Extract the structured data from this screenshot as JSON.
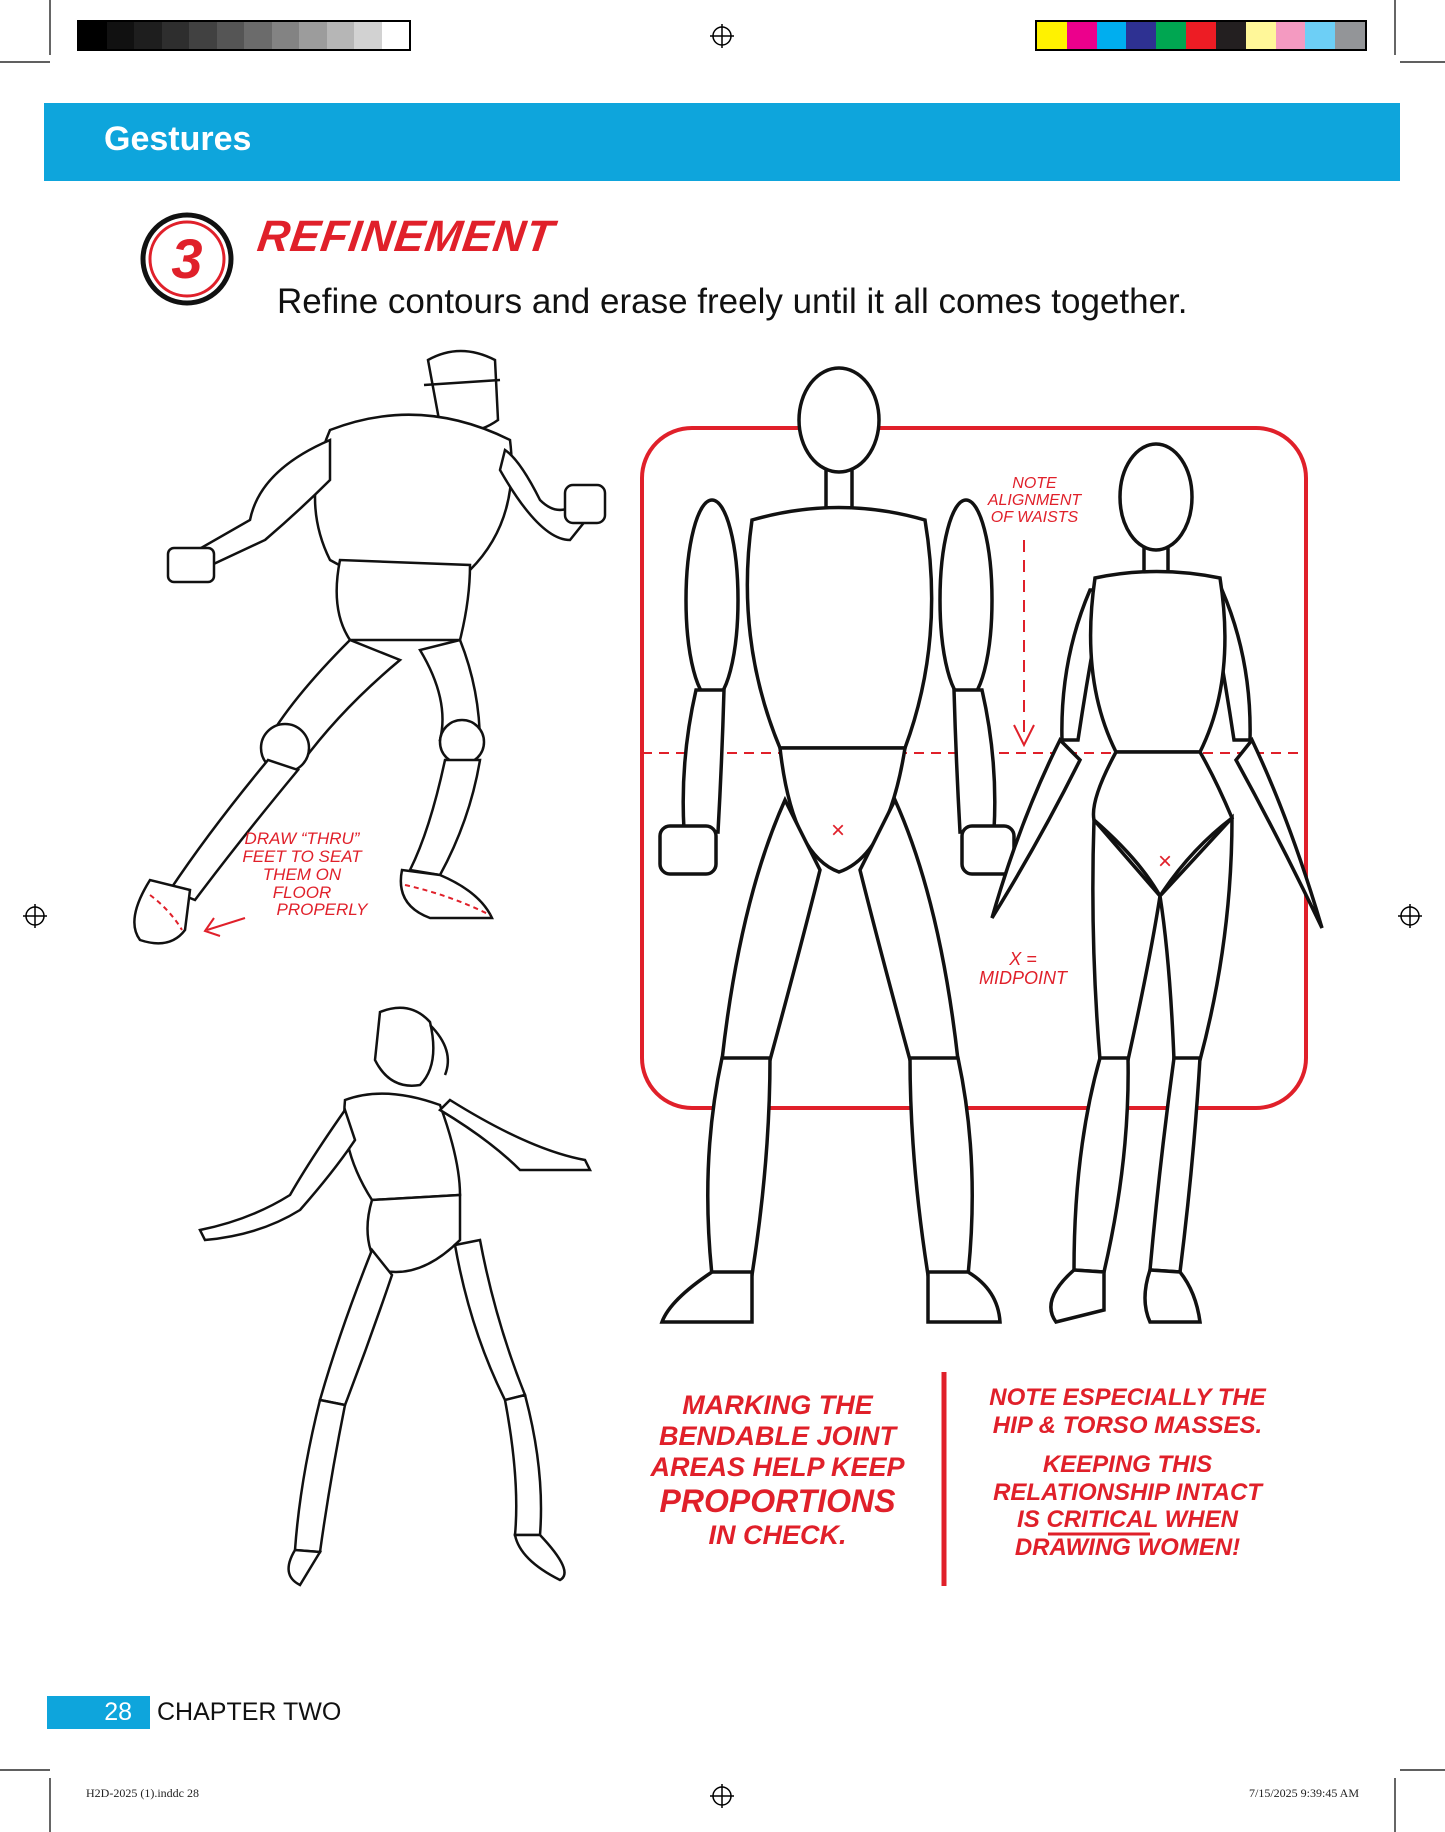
{
  "printers_marks": {
    "gray_swatches": [
      "#000000",
      "#111111",
      "#1e1e1e",
      "#2e2e2e",
      "#414141",
      "#555555",
      "#6b6b6b",
      "#838383",
      "#9c9c9c",
      "#b6b6b6",
      "#d2d2d2",
      "#ffffff"
    ],
    "color_swatches": [
      "#fff200",
      "#ec008c",
      "#00aeef",
      "#2e3192",
      "#00a651",
      "#ed1c24",
      "#231f20",
      "#fff799",
      "#f49ac1",
      "#6dcff6",
      "#939598"
    ]
  },
  "header": {
    "title": "Gestures"
  },
  "step": {
    "number": "3",
    "title": "Refinement",
    "subtitle": "Refine contours and erase freely until it all comes together."
  },
  "annotations": {
    "feet": [
      "Draw “thru”",
      "feet to seat",
      "them on",
      "floor",
      "properly"
    ],
    "waists": [
      "Note",
      "alignment",
      "of waists"
    ],
    "midpoint": [
      "X =",
      "Midpoint"
    ],
    "joints": [
      "Marking the",
      "bendable joint",
      "areas help keep",
      "proportions",
      "in check."
    ],
    "hip_note": [
      "Note especially the",
      "hip & torso masses."
    ],
    "critical_pre": "Keeping this",
    "critical_line2": "relationship intact",
    "critical_is": "is",
    "critical_word": "critical",
    "critical_when": "when",
    "critical_line4": "drawing women!"
  },
  "footer": {
    "page_number": "28",
    "chapter": "CHAPTER TWO"
  },
  "slug": {
    "file": "H2D-2025 (1).inddc  28",
    "timestamp": "7/15/2025  9:39:45 AM"
  },
  "colors": {
    "accent_blue": "#0ea5dc",
    "ink_red": "#e0202a"
  }
}
